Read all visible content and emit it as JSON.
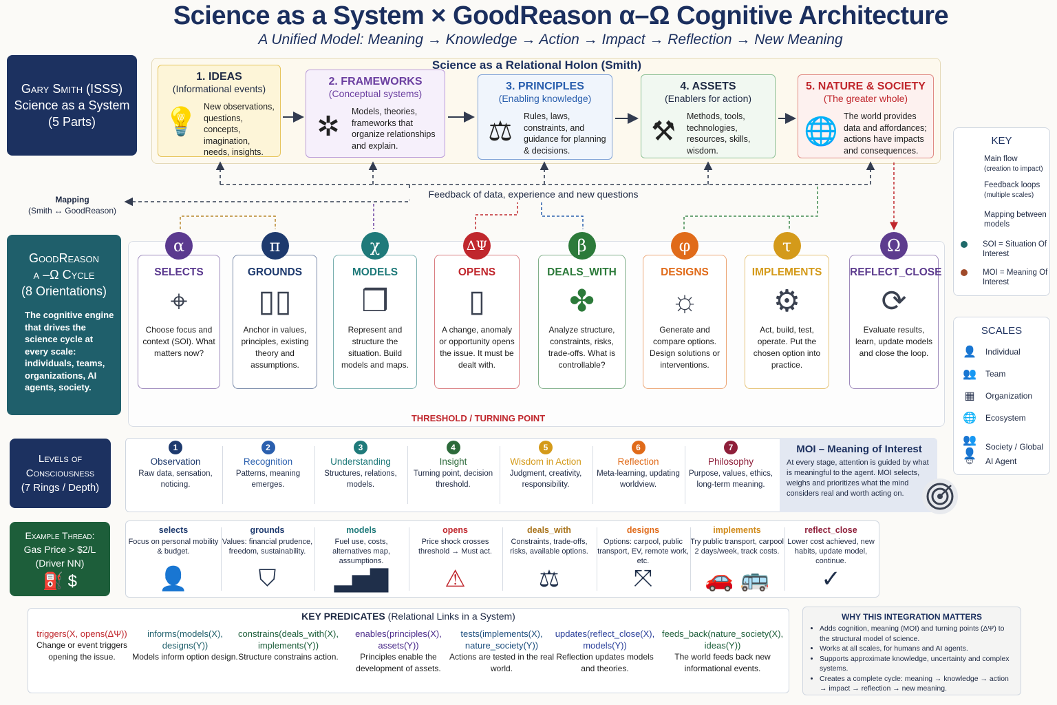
{
  "header": {
    "title": "Science as a System  ×  GoodReason α–Ω Cognitive Architecture",
    "subtitle": "A Unified Model: Meaning → Knowledge → Action → Impact → Reflection → New Meaning"
  },
  "gary": {
    "line1": "Gary Smith (ISSS)",
    "line2": "Science as a System",
    "line3": "(5 Parts)"
  },
  "goodreason": {
    "line1": "GoodReason",
    "line2": "α –Ω Cycle",
    "line3": "(8 Orientations)",
    "desc": "The cognitive engine that drives the science cycle at every scale: individuals, teams, organizations, AI agents, society."
  },
  "levels_panel": {
    "line1": "Levels of",
    "line2": "Consciousness",
    "line3": "(7 Rings / Depth)"
  },
  "example_panel": {
    "line1": "Example Thread:",
    "line2": "Gas Price > $2/L",
    "line3": "(Driver NN)"
  },
  "holon": {
    "title": "Science as a Relational Holon (Smith)",
    "parts": [
      {
        "title": "1. IDEAS",
        "sub": "(Informational events)",
        "desc": "New observations, questions, concepts, imagination, needs, insights.",
        "icon": "lightbulb-icon",
        "glyph": "💡",
        "color": "#1f2a44",
        "border": "#e6c45c",
        "bg": "#fdf5d8"
      },
      {
        "title": "2. FRAMEWORKS",
        "sub": "(Conceptual systems)",
        "desc": "Models, theories, frameworks that organize relationships and explain.",
        "icon": "network-icon",
        "glyph": "✲",
        "color": "#6b3fa0",
        "border": "#b99ad8",
        "bg": "#f6f0fb"
      },
      {
        "title": "3. PRINCIPLES",
        "sub": "(Enabling knowledge)",
        "desc": "Rules, laws, constraints, and guidance for planning & decisions.",
        "icon": "scales-icon",
        "glyph": "⚖",
        "color": "#2a5fae",
        "border": "#7ea2d8",
        "bg": "#f0f5fc"
      },
      {
        "title": "4. ASSETS",
        "sub": "(Enablers for action)",
        "desc": "Methods, tools, technologies, resources, skills, wisdom.",
        "icon": "tools-icon",
        "glyph": "⚒",
        "color": "#1f2a44",
        "border": "#8cc095",
        "bg": "#f1f8f1"
      },
      {
        "title": "5. NATURE & SOCIETY",
        "sub": "(The greater whole)",
        "desc": "The world provides data and affordances; actions have impacts and consequences.",
        "icon": "globe-people-icon",
        "glyph": "🌐",
        "color": "#c0272d",
        "border": "#e08a84",
        "bg": "#fdf1ef"
      }
    ]
  },
  "feedback_label": "Feedback of data, experience and new questions",
  "mapping": {
    "title": "Mapping",
    "sub": "(Smith ↔ GoodReason)"
  },
  "cycle": {
    "threshold": "THRESHOLD / TURNING POINT",
    "cards": [
      {
        "symbol": "α",
        "name": "SELECTS",
        "desc": "Choose focus and context (SOI). What matters now?",
        "color": "#5b3a8f",
        "icon": "focus-person-icon",
        "glyph": "⌖"
      },
      {
        "symbol": "π",
        "name": "GROUNDS",
        "desc": "Anchor in values, principles, existing theory and assumptions.",
        "color": "#1e3a6e",
        "icon": "open-book-icon",
        "glyph": "▯▯"
      },
      {
        "symbol": "χ",
        "name": "MODELS",
        "desc": "Represent and structure the situation. Build models and maps.",
        "color": "#1f7a7a",
        "icon": "cubes-icon",
        "glyph": "❒"
      },
      {
        "symbol": "ΔΨ",
        "name": "OPENS",
        "desc": "A change, anomaly or opportunity opens the issue. It must be dealt with.",
        "color": "#c0272d",
        "icon": "open-door-icon",
        "glyph": "▯"
      },
      {
        "symbol": "β",
        "name": "DEALS_WITH",
        "desc": "Analyze structure, constraints, risks, trade-offs. What is controllable?",
        "color": "#2c7a3a",
        "icon": "puzzle-icon",
        "glyph": "✤"
      },
      {
        "symbol": "φ",
        "name": "DESIGNS",
        "desc": "Generate and compare options. Design solutions or interventions.",
        "color": "#e06b1a",
        "icon": "lightbulb-gear-icon",
        "glyph": "☼"
      },
      {
        "symbol": "τ",
        "name": "IMPLEMENTS",
        "desc": "Act, build, test, operate. Put the chosen option into practice.",
        "color": "#d49a1a",
        "icon": "gear-icon",
        "glyph": "⚙"
      },
      {
        "symbol": "Ω",
        "name": "REFLECT_CLOSE",
        "desc": "Evaluate results, learn, update models and close the loop.",
        "color": "#5d3c8e",
        "icon": "cycle-arrows-icon",
        "glyph": "⟳"
      }
    ]
  },
  "levels": [
    {
      "n": "1",
      "title": "Observation",
      "desc": "Raw data, sensation, noticing.",
      "color": "#1e3a6e"
    },
    {
      "n": "2",
      "title": "Recognition",
      "desc": "Patterns, meaning emerges.",
      "color": "#2a5fae"
    },
    {
      "n": "3",
      "title": "Understanding",
      "desc": "Structures, relations, models.",
      "color": "#1f7a7a"
    },
    {
      "n": "4",
      "title": "Insight",
      "desc": "Turning point, decision threshold.",
      "color": "#2c6a3a"
    },
    {
      "n": "5",
      "title": "Wisdom in Action",
      "desc": "Judgment, creativity, responsibility.",
      "color": "#d49a1a"
    },
    {
      "n": "6",
      "title": "Reflection",
      "desc": "Meta-learning, updating worldview.",
      "color": "#e06b1a"
    },
    {
      "n": "7",
      "title": "Philosophy",
      "desc": "Purpose, values, ethics, long-term meaning.",
      "color": "#8e1f3a"
    }
  ],
  "moi": {
    "title": "MOI – Meaning of Interest",
    "desc": "At every stage, attention is guided by what is meaningful to the agent. MOI selects, weighs and prioritizes what the mind considers real and worth acting on."
  },
  "examples": [
    {
      "title": "selects",
      "desc": "Focus on personal mobility & budget.",
      "color": "#1e3a6e",
      "icon": "person-icon",
      "glyph": "👤"
    },
    {
      "title": "grounds",
      "desc": "Values: financial prudence, freedom, sustainability.",
      "color": "#1e3a6e",
      "icon": "shield-check-icon",
      "glyph": "⛉"
    },
    {
      "title": "models",
      "desc": "Fuel use, costs, alternatives map, assumptions.",
      "color": "#1f7a7a",
      "icon": "bar-chart-icon",
      "glyph": "▂▅▇"
    },
    {
      "title": "opens",
      "desc": "Price shock crosses threshold → Must act.",
      "color": "#c0272d",
      "icon": "warning-icon",
      "glyph": "⚠"
    },
    {
      "title": "deals_with",
      "desc": "Constraints, trade-offs, risks, available options.",
      "color": "#a8731a",
      "icon": "scales-icon",
      "glyph": "⚖"
    },
    {
      "title": "designs",
      "desc": "Options: carpool, public transport, EV, remote work, etc.",
      "color": "#e06b1a",
      "icon": "fork-arrows-icon",
      "glyph": "⤧"
    },
    {
      "title": "implements",
      "desc": "Try public transport, carpool 2 days/week, track costs.",
      "color": "#d08a1a",
      "icon": "car-bus-icon",
      "glyph": "🚗 🚌"
    },
    {
      "title": "reflect_close",
      "desc": "Lower cost achieved, new habits, update model, continue.",
      "color": "#8e1f3a",
      "icon": "check-circle-icon",
      "glyph": "✓"
    }
  ],
  "predicates": {
    "title": "KEY PREDICATES",
    "title_sub": "(Relational Links in a System)",
    "items": [
      {
        "pred": "triggers(X, opens(ΔΨ))",
        "desc": "Change or event triggers opening the issue.",
        "color": "#c0272d"
      },
      {
        "pred": "informs(models(X), designs(Y))",
        "desc": "Models inform option design.",
        "color": "#1f5f6b"
      },
      {
        "pred": "constrains(deals_with(X), implements(Y))",
        "desc": "Structure constrains action.",
        "color": "#1d5e3a"
      },
      {
        "pred": "enables(principles(X), assets(Y))",
        "desc": "Principles enable the development of assets.",
        "color": "#4a2a8a"
      },
      {
        "pred": "tests(implements(X), nature_society(Y))",
        "desc": "Actions are tested in the real world.",
        "color": "#1e4f7e"
      },
      {
        "pred": "updates(reflect_close(X), models(Y))",
        "desc": "Reflection updates models and theories.",
        "color": "#2a3f9a"
      },
      {
        "pred": "feeds_back(nature_society(X), ideas(Y))",
        "desc": "The world feeds back new informational events.",
        "color": "#1d5e3a"
      }
    ]
  },
  "why": {
    "title": "WHY THIS INTEGRATION MATTERS",
    "items": [
      "Adds cognition, meaning (MOI) and turning points (ΔΨ) to the structural model of science.",
      "Works at all scales, for humans and AI agents.",
      "Supports approximate knowledge, uncertainty and complex systems.",
      "Creates a complete cycle: meaning → knowledge → action → impact → reflection → new meaning."
    ]
  },
  "key": {
    "title": "KEY",
    "items": [
      {
        "label": "Main flow",
        "sub": "(creation to impact)"
      },
      {
        "label": "Feedback loops",
        "sub": "(multiple scales)"
      },
      {
        "label": "Mapping between models",
        "sub": ""
      },
      {
        "label": "SOI = Situation Of Interest",
        "sub": "",
        "color": "#1f6a6a"
      },
      {
        "label": "MOI = Meaning Of Interest",
        "sub": "",
        "color": "#a04a2a"
      }
    ]
  },
  "scales": {
    "title": "SCALES",
    "items": [
      {
        "label": "Individual",
        "icon": "person-icon",
        "glyph": "👤"
      },
      {
        "label": "Team",
        "icon": "team-icon",
        "glyph": "👥"
      },
      {
        "label": "Organization",
        "icon": "building-icon",
        "glyph": "▦"
      },
      {
        "label": "Ecosystem",
        "icon": "globe-icon",
        "glyph": "🌐"
      },
      {
        "label": "Society / Global",
        "icon": "society-icon",
        "glyph": "👥👤"
      },
      {
        "label": "AI Agent",
        "icon": "robot-icon",
        "glyph": "☺"
      }
    ]
  }
}
